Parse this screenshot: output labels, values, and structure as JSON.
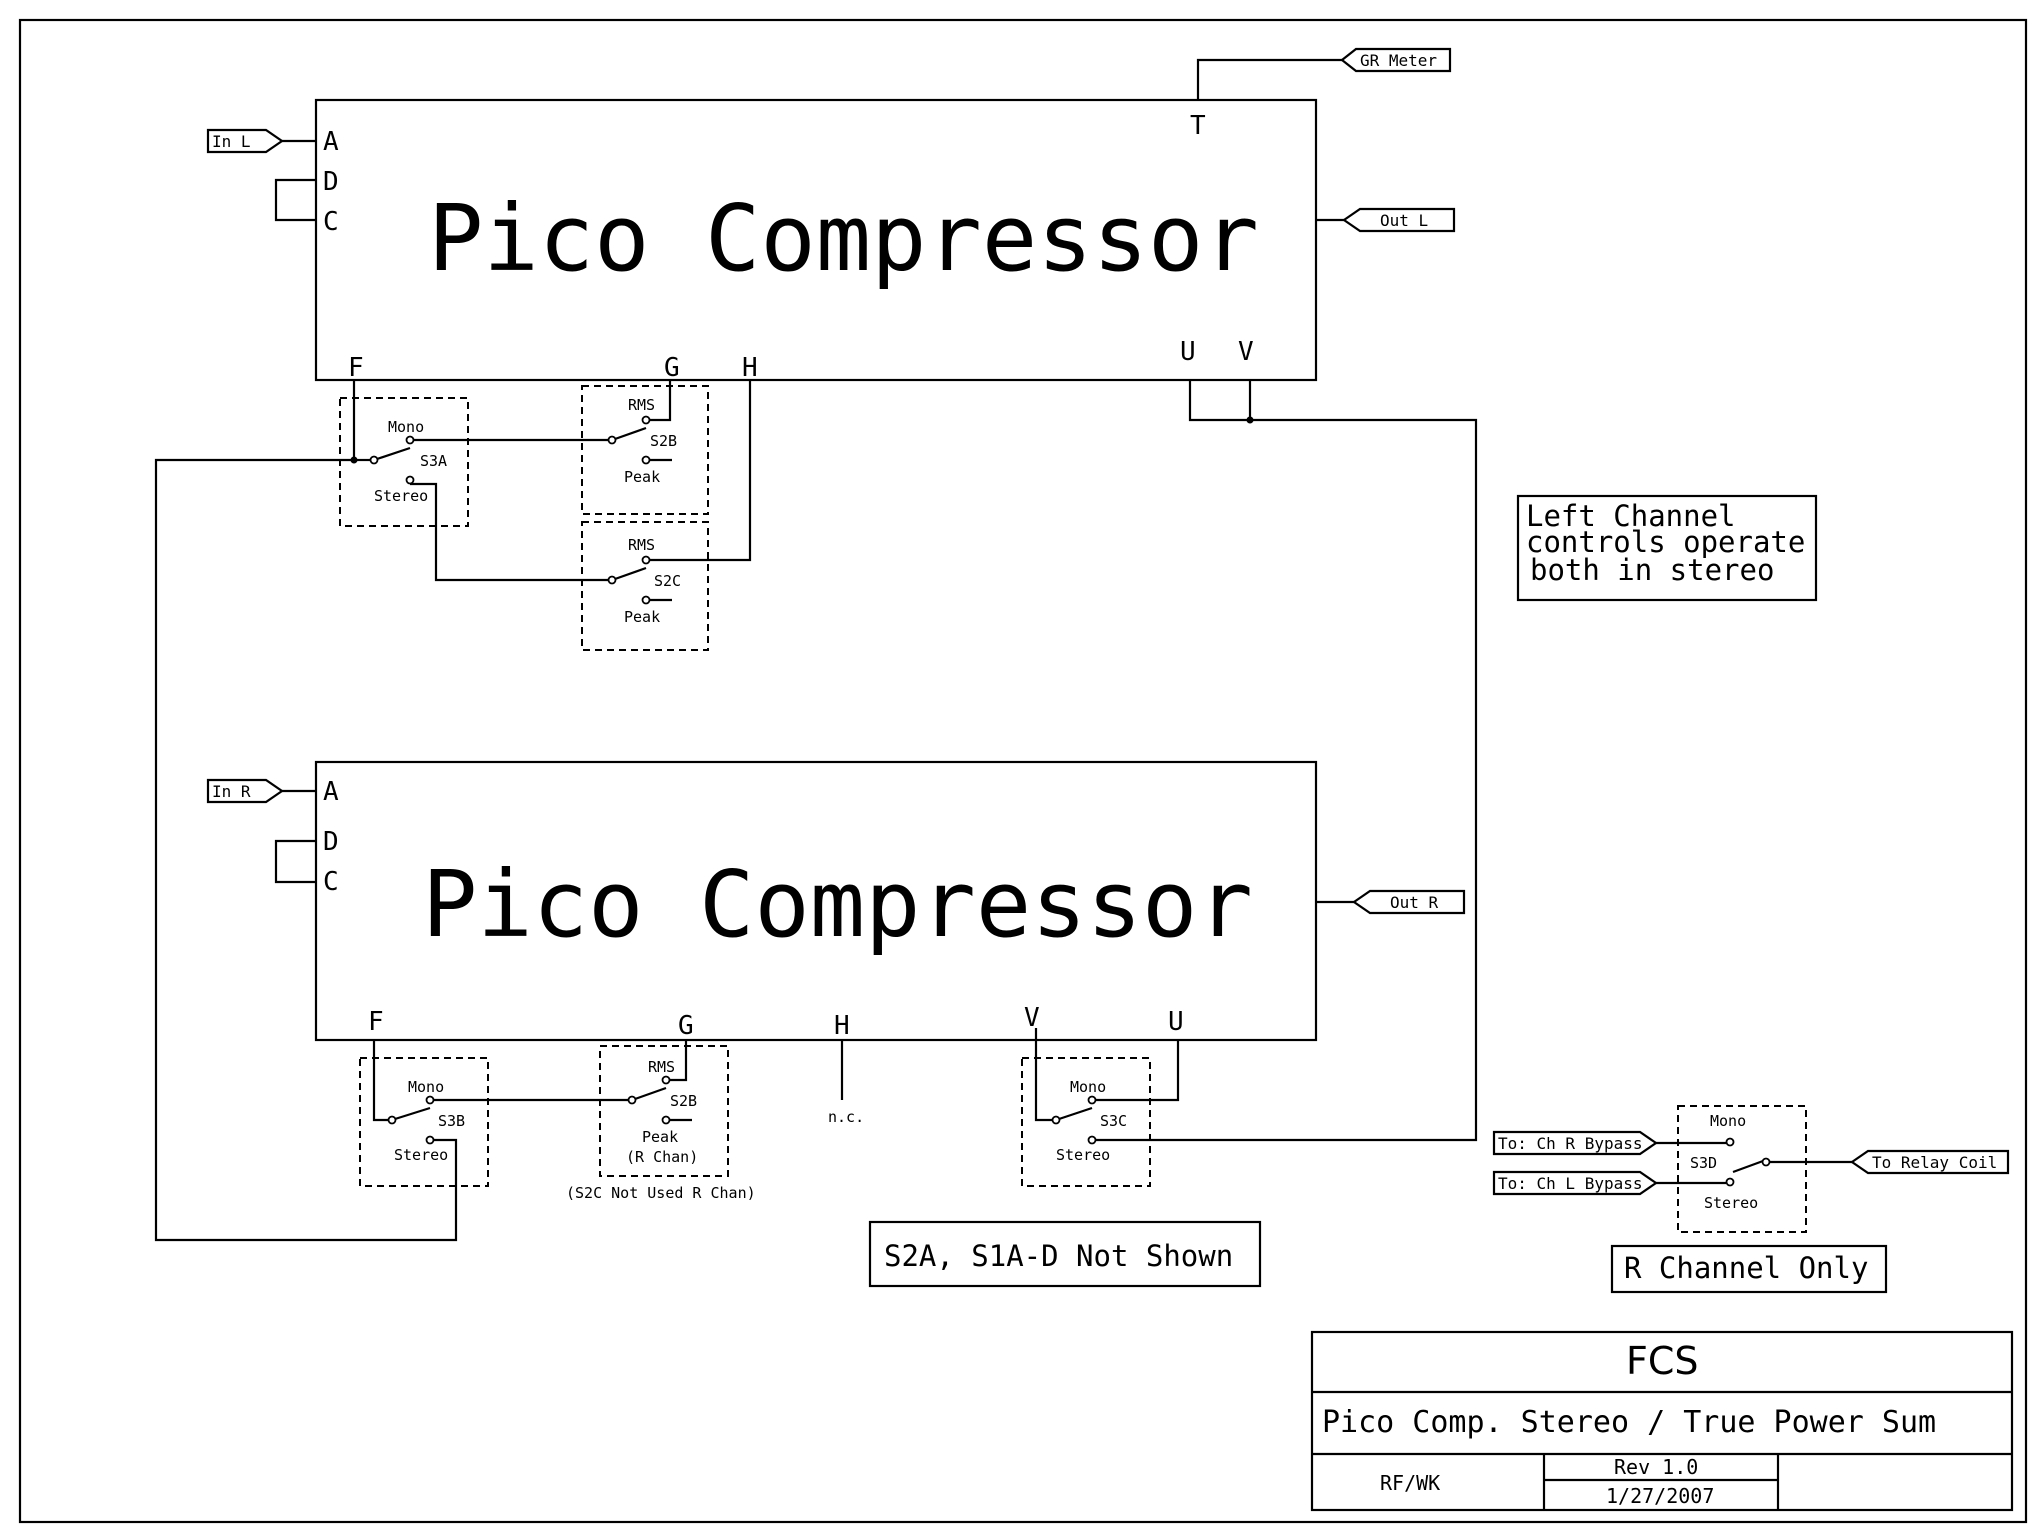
{
  "upper_block": {
    "title": "Pico Compressor",
    "pins": {
      "a": "A",
      "d": "D",
      "c": "C",
      "t": "T",
      "f": "F",
      "g": "G",
      "h": "H",
      "u": "U",
      "v": "V"
    }
  },
  "lower_block": {
    "title": "Pico Compressor",
    "pins": {
      "a": "A",
      "d": "D",
      "c": "C",
      "f": "F",
      "g": "G",
      "h": "H",
      "v": "V",
      "u": "U"
    }
  },
  "tags": {
    "in_l": "In L",
    "in_r": "In R",
    "out_l": "Out L",
    "out_r": "Out R",
    "gr_meter": "GR Meter",
    "to_ch_r_bypass": "To: Ch R Bypass",
    "to_ch_l_bypass": "To: Ch L Bypass",
    "to_relay_coil": "To Relay Coil"
  },
  "switches": {
    "s3a": {
      "id": "S3A",
      "top": "Mono",
      "bottom": "Stereo"
    },
    "s2b_upper": {
      "id": "S2B",
      "top": "RMS",
      "bottom": "Peak"
    },
    "s2c_upper": {
      "id": "S2C",
      "top": "RMS",
      "bottom": "Peak"
    },
    "s3b": {
      "id": "S3B",
      "top": "Mono",
      "bottom": "Stereo"
    },
    "s2b_lower": {
      "id": "S2B",
      "top": "RMS",
      "bottom": "Peak",
      "sub": "(R Chan)"
    },
    "s3c": {
      "id": "S3C",
      "top": "Mono",
      "bottom": "Stereo"
    },
    "s3d": {
      "id": "S3D",
      "top": "Mono",
      "bottom": "Stereo"
    }
  },
  "notes": {
    "s2c_not_used": "(S2C Not Used R Chan)",
    "nc": "n.c.",
    "left_channel_line1": "Left Channel",
    "left_channel_line2": "controls operate",
    "left_channel_line3": "both in stereo",
    "not_shown": "S2A, S1A-D Not Shown",
    "r_channel_only": "R Channel Only"
  },
  "title_block": {
    "company": "FCS",
    "title": "Pico Comp. Stereo / True Power Sum",
    "author": "RF/WK",
    "revision": "Rev 1.0",
    "date": "1/27/2007"
  }
}
